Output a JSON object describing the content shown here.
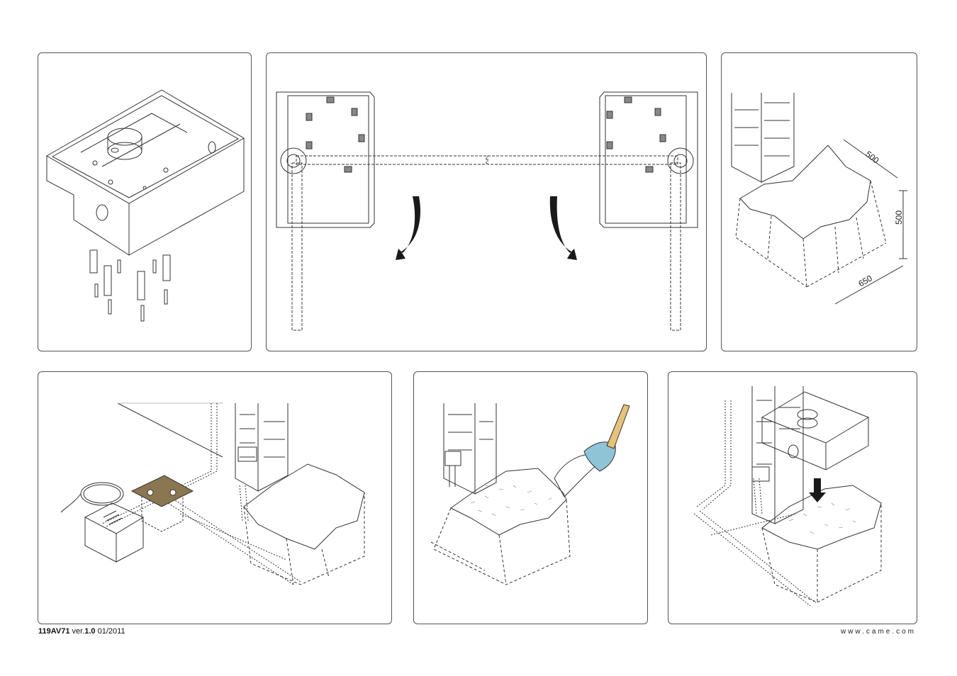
{
  "footer": {
    "doc_code": "119AV71",
    "version_prefix": "ver.",
    "version": "1.0",
    "date": "01/2011",
    "website": "www.came.com"
  },
  "dimensions": {
    "width": "500",
    "depth": "500",
    "length": "650"
  },
  "colors": {
    "line": "#333333",
    "junction_box": "#8a7650",
    "trowel_blade": "#8fc3d6",
    "trowel_handle": "#e6c27a"
  }
}
